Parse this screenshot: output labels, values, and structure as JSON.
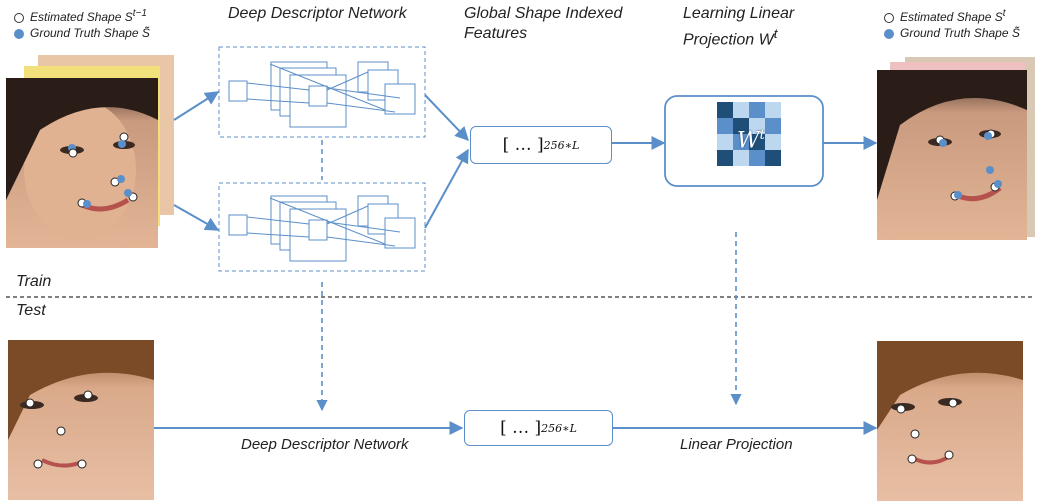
{
  "legend_left": {
    "estimated": "Estimated Shape S",
    "estimated_sup": "t−1",
    "ground_truth": "Ground Truth Shape S̃"
  },
  "legend_right": {
    "estimated": "Estimated Shape S",
    "estimated_sup": "t",
    "ground_truth": "Ground Truth Shape S̃"
  },
  "headers": {
    "deep_descriptor": "Deep Descriptor Network",
    "global_features_line1": "Global Shape Indexed",
    "global_features_line2": "Features",
    "learning_line1": "Learning Linear",
    "learning_line2": "Projection W",
    "learning_sup": "t"
  },
  "feature_vector": {
    "text": "[ … ]",
    "subscript": "256∗L"
  },
  "matrix_label": {
    "text": "W",
    "sup": "t"
  },
  "sections": {
    "train": "Train",
    "test": "Test"
  },
  "test_labels": {
    "deep_descriptor": "Deep Descriptor Network",
    "linear_projection": "Linear Projection"
  },
  "colors": {
    "accent": "#5b8fc9",
    "matrix_dark": "#1f4e79",
    "matrix_mid": "#5b8fc9",
    "matrix_light": "#bdd7ee"
  }
}
